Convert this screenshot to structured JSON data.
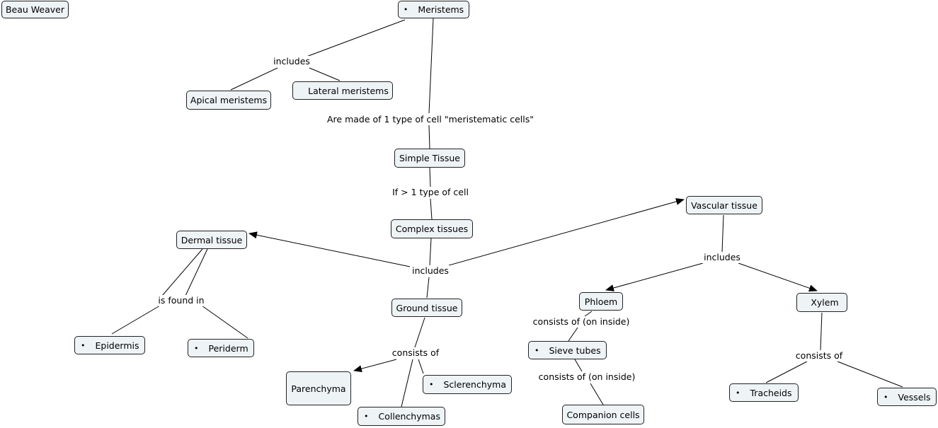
{
  "nodes": {
    "beau_weaver": "Beau Weaver",
    "meristems": "Meristems",
    "apical_meristems": "Apical meristems",
    "lateral_meristems": "Lateral meristems",
    "simple_tissue": "Simple Tissue",
    "complex_tissues": "Complex tissues",
    "dermal_tissue": "Dermal tissue",
    "vascular_tissue": "Vascular tissue",
    "ground_tissue": "Ground tissue",
    "epidermis": "Epidermis",
    "periderm": "Periderm",
    "parenchyma": "Parenchyma",
    "sclerenchyma": "Sclerenchyma",
    "collenchymas": "Collenchymas",
    "phloem": "Phloem",
    "xylem": "Xylem",
    "sieve_tubes": "Sieve tubes",
    "companion_cells": "Companion cells",
    "tracheids": "Tracheids",
    "vessels": "Vessels"
  },
  "bullet_glyph": "•",
  "link_labels": {
    "meristems_includes": "includes",
    "made_of": "Are made of 1 type of cell \"meristematic cells\"",
    "if_more": "If > 1 type of cell",
    "complex_includes": "includes",
    "is_found_in": "is found in",
    "ground_consists_of": "consists of",
    "vascular_includes": "includes",
    "phloem_consists": "consists of (on inside)",
    "sieve_consists": "consists of (on inside)",
    "xylem_consists_of": "consists of"
  },
  "colors": {
    "node_fill": "#eef3f5",
    "node_border": "#222222",
    "line": "#000000"
  }
}
